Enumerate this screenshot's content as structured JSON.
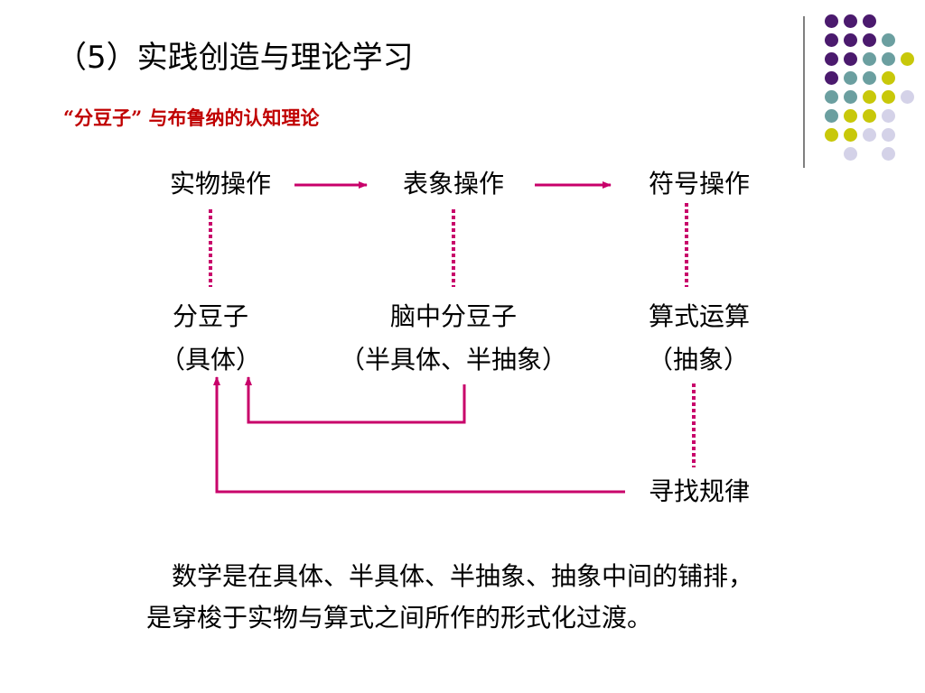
{
  "title": "（5）实践创造与理论学习",
  "subtitle": "“分豆子” 与布鲁纳的认知理论",
  "stages": {
    "concrete": "实物操作",
    "iconic": "表象操作",
    "symbolic": "符号操作"
  },
  "examples": {
    "concrete_line1": "分豆子",
    "concrete_line2": "（具体）",
    "iconic_line1": "脑中分豆子",
    "iconic_line2": "（半具体、半抽象）",
    "symbolic_line1": "算式运算",
    "symbolic_line2": "（抽象）"
  },
  "pattern": "寻找规律",
  "paragraph": {
    "line1": "　数学是在具体、半具体、半抽象、抽象中间的铺排，",
    "line2": "是穿梭于实物与算式之间所作的形式化过渡。"
  },
  "colors": {
    "arrow": "#c8006a",
    "subtitle": "#c00000",
    "purple": "#4b1a6e",
    "teal": "#6b9fa0",
    "yellow": "#c8c80a",
    "lavender": "#d4d2e8"
  }
}
